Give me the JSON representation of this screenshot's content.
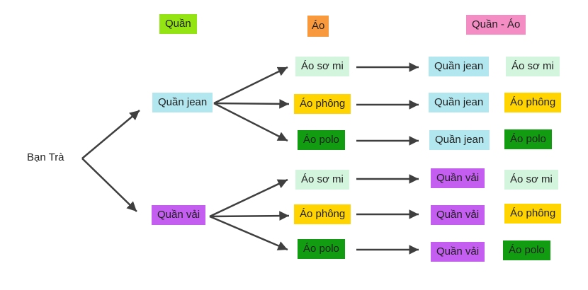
{
  "diagram": {
    "title_context": "tree-diagram-pants-shirts-combinations",
    "root": {
      "label": "Bạn Trà"
    },
    "headers": {
      "pants": {
        "label": "Quần",
        "color": "#94e414"
      },
      "shirts": {
        "label": "Áo",
        "color": "#f8993d"
      },
      "combos": {
        "label": "Quần - Áo",
        "color": "#f48dc4"
      }
    },
    "pants": [
      {
        "label": "Quần jean",
        "color": "#b3e7ef"
      },
      {
        "label": "Quần vải",
        "color": "#c45ef0"
      }
    ],
    "shirts": [
      {
        "label": "Áo sơ mi",
        "color": "#d3f5dd"
      },
      {
        "label": "Áo phông",
        "color": "#ffd400"
      },
      {
        "label": "Áo polo",
        "color": "#119c11"
      }
    ],
    "combinations": [
      {
        "pants": "Quần jean",
        "pants_color": "#b3e7ef",
        "shirt": "Áo sơ mi",
        "shirt_color": "#d3f5dd"
      },
      {
        "pants": "Quần jean",
        "pants_color": "#b3e7ef",
        "shirt": "Áo phông",
        "shirt_color": "#ffd400"
      },
      {
        "pants": "Quần jean",
        "pants_color": "#b3e7ef",
        "shirt": "Áo polo",
        "shirt_color": "#119c11"
      },
      {
        "pants": "Quần vải",
        "pants_color": "#c45ef0",
        "shirt": "Áo sơ mi",
        "shirt_color": "#d3f5dd"
      },
      {
        "pants": "Quần vải",
        "pants_color": "#c45ef0",
        "shirt": "Áo phông",
        "shirt_color": "#ffd400"
      },
      {
        "pants": "Quần vải",
        "pants_color": "#c45ef0",
        "shirt": "Áo polo",
        "shirt_color": "#119c11"
      }
    ],
    "colors": {
      "arrow": "#3f3f3f",
      "text": "#212121",
      "background": "#ffffff"
    }
  }
}
